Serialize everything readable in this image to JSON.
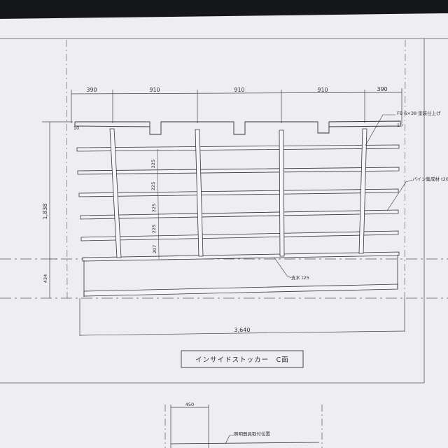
{
  "drawing": {
    "top_dimensions": [
      "390",
      "910",
      "910",
      "910",
      "390"
    ],
    "overall_width": "3,640",
    "overall_height": "1,838",
    "base_height": "434",
    "shelf_spacings": [
      "225",
      "225",
      "225",
      "225",
      "207"
    ],
    "corner_marks": [
      "10",
      "10"
    ],
    "callouts": {
      "edge_band": "FB 6×38 塗装仕上げ",
      "shelf_board": "パイン集成材 t20",
      "post": "支木 t25"
    },
    "caption": "インサイドストッカー　C面",
    "next_view": {
      "dimension": "450",
      "note": "照明器具取付位置"
    }
  }
}
